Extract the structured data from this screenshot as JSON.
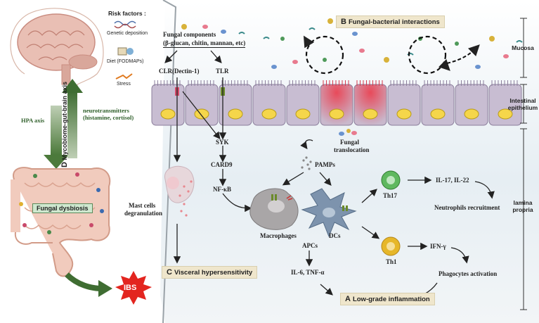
{
  "risk": {
    "title": "Risk factors :",
    "genetic": "Genetic deposition",
    "diet": "Diet (FODMAPs)",
    "stress": "Stress"
  },
  "axis": {
    "hpa": "HPA axis",
    "panel_letter": "D",
    "mgb": "Mycobiome-gut-brain axis",
    "neurotransmitters": "neurotransmitters",
    "neuro_examples": "(histamine, cortisol)",
    "dysbiosis": "Fungal dysbiosis",
    "ibs": "IBS"
  },
  "panel_b": {
    "letter": "B",
    "label": "Fungal-bacterial interactions"
  },
  "panel_c": {
    "letter": "C",
    "label": "Visceral hypersensitivity"
  },
  "panel_a": {
    "letter": "A",
    "label": "Low-grade inflammation"
  },
  "components": {
    "line1": "Fungal components",
    "line2": "(β-glucan, chitin, mannan, etc)"
  },
  "receptors": {
    "clr": "CLR(Dectin-1)",
    "tlr": "TLR"
  },
  "pathway": {
    "syk": "SYK",
    "card9": "CARD9",
    "nfkb": "NF-κB",
    "mast1": "Mast cells",
    "mast2": "degranulation",
    "pamps": "PAMPs",
    "translocation1": "Fungal",
    "translocation2": "translocation",
    "macrophages": "Macrophages",
    "dcs": "DCs",
    "apcs": "APCs",
    "cytokines": "IL-6, TNF-α",
    "th17": "Th17",
    "il17": "IL-17, IL-22",
    "neutrophils": "Neutrophils recruitment",
    "th1": "Th1",
    "ifn": "IFN-γ",
    "phagocytes": "Phagocytes activation"
  },
  "layers": {
    "mucosa": "Mucosa",
    "epithelium1": "Intestinal",
    "epithelium2": "epithelium",
    "lamina1": "lamina",
    "lamina2": "propria"
  }
}
